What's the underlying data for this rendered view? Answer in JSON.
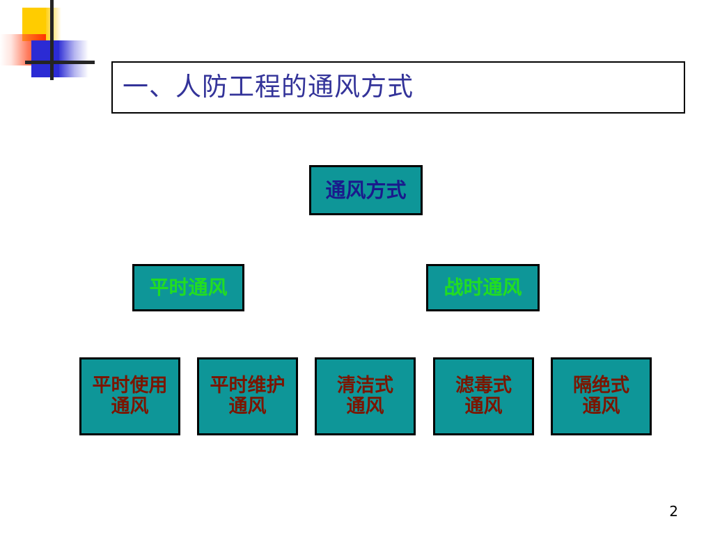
{
  "slide": {
    "title": "一、人防工程的通风方式",
    "page_number": "2",
    "title_color": "#333399",
    "node_fill_color": "#0E9698",
    "node_border_color": "#000000"
  },
  "decoration": {
    "name": "corner-decoration",
    "yellow": "#FFCC00",
    "red": "#FF3300",
    "blue": "#2B2BD4",
    "line": "#242424"
  },
  "diagram": {
    "root": {
      "label": "通风方式",
      "text_color": "#1A1A8C"
    },
    "branches": [
      {
        "label": "平时通风",
        "text_color": "#22DD22"
      },
      {
        "label": "战时通风",
        "text_color": "#22DD22"
      }
    ],
    "leaves": [
      {
        "line1": "平时使用",
        "line2": "通风",
        "text_color": "#7B1500"
      },
      {
        "line1": "平时维护",
        "line2": "通风",
        "text_color": "#7B1500"
      },
      {
        "line1": "清洁式",
        "line2": "通风",
        "text_color": "#7B1500"
      },
      {
        "line1": "滤毒式",
        "line2": "通风",
        "text_color": "#7B1500"
      },
      {
        "line1": "隔绝式",
        "line2": "通风",
        "text_color": "#7B1500"
      }
    ]
  }
}
